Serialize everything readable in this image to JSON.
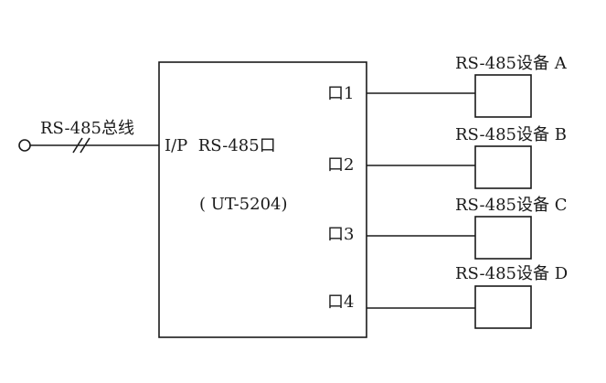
{
  "bus": {
    "label": "RS-485总线"
  },
  "hub": {
    "input_label": "I/P  RS-485口",
    "model": "( UT-5204)",
    "ports": [
      "口1",
      "口2",
      "口3",
      "口4"
    ]
  },
  "devices": [
    "RS-485设备 A",
    "RS-485设备 B",
    "RS-485设备 C",
    "RS-485设备 D"
  ]
}
